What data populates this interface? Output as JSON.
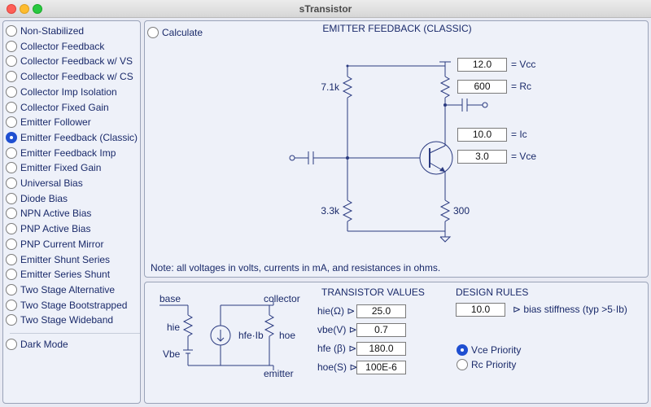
{
  "window": {
    "title": "sTransistor"
  },
  "sidebar": {
    "items": [
      {
        "label": "Non-Stabilized",
        "selected": false
      },
      {
        "label": "Collector Feedback",
        "selected": false
      },
      {
        "label": "Collector Feedback w/ VS",
        "selected": false
      },
      {
        "label": "Collector Feedback w/ CS",
        "selected": false
      },
      {
        "label": "Collector Imp Isolation",
        "selected": false
      },
      {
        "label": "Collector Fixed Gain",
        "selected": false
      },
      {
        "label": "Emitter Follower",
        "selected": false
      },
      {
        "label": "Emitter Feedback (Classic)",
        "selected": true
      },
      {
        "label": "Emitter Feedback Imp",
        "selected": false
      },
      {
        "label": "Emitter Fixed Gain",
        "selected": false
      },
      {
        "label": "Universal Bias",
        "selected": false
      },
      {
        "label": "Diode Bias",
        "selected": false
      },
      {
        "label": "NPN Active Bias",
        "selected": false
      },
      {
        "label": "PNP Active Bias",
        "selected": false
      },
      {
        "label": "PNP Current Mirror",
        "selected": false
      },
      {
        "label": "Emitter Shunt Series",
        "selected": false
      },
      {
        "label": "Emitter Series Shunt",
        "selected": false
      },
      {
        "label": "Two Stage Alternative",
        "selected": false
      },
      {
        "label": "Two Stage Bootstrapped",
        "selected": false
      },
      {
        "label": "Two Stage Wideband",
        "selected": false
      }
    ],
    "dark_mode_label": "Dark Mode"
  },
  "circuit": {
    "calculate_label": "Calculate",
    "title": "EMITTER FEEDBACK (CLASSIC)",
    "r1_label": "7.1k",
    "r2_label": "3.3k",
    "re_label": "300",
    "vcc": {
      "value": "12.0",
      "label": "= Vcc"
    },
    "rc": {
      "value": "600",
      "label": "= Rc"
    },
    "ic": {
      "value": "10.0",
      "label": "= Ic"
    },
    "vce": {
      "value": "3.0",
      "label": "= Vce"
    },
    "note": "Note: all voltages in volts, currents in mA, and resistances in ohms."
  },
  "model": {
    "base_label": "base",
    "collector_label": "collector",
    "emitter_label": "emitter",
    "hie_label": "hie",
    "vbe_label": "Vbe",
    "hfe_ib_label": "hfe·Ib",
    "hoe_label": "hoe"
  },
  "transistor_values": {
    "title": "TRANSISTOR VALUES",
    "rows": [
      {
        "label": "hie(Ω) ⊳",
        "value": "25.0"
      },
      {
        "label": "vbe(V) ⊳",
        "value": "0.7"
      },
      {
        "label": "hfe (β) ⊳",
        "value": "180.0"
      },
      {
        "label": "hoe(S) ⊳",
        "value": "100E-6"
      }
    ]
  },
  "design_rules": {
    "title": "DESIGN RULES",
    "stiffness_value": "10.0",
    "stiffness_label": "⊳ bias stiffness (typ >5·Ib)",
    "vce_priority_label": "Vce Priority",
    "rc_priority_label": "Rc Priority",
    "vce_priority_selected": true
  }
}
